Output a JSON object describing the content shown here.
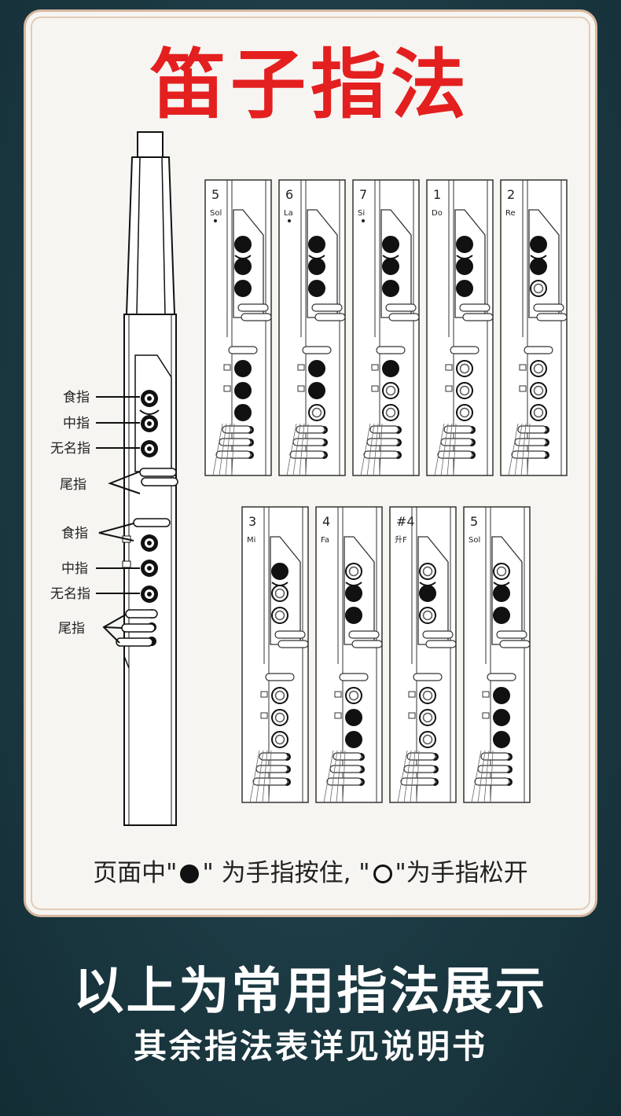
{
  "title": "笛子指法",
  "flute_labels": {
    "upper": [
      "食指",
      "中指",
      "无名指",
      "尾指"
    ],
    "lower": [
      "食指",
      "中指",
      "无名指",
      "尾指"
    ]
  },
  "caption": {
    "part1": "页面中\"",
    "part2": "\" 为手指按住, \"",
    "part3": "\"为手指松开"
  },
  "footer": {
    "line1": "以上为常用指法展示",
    "line2": "其余指法表详见说明书"
  },
  "colors": {
    "title": "#e41f1f",
    "background": "#1f3d46",
    "card": "#f7f5f2"
  },
  "chart_data": {
    "type": "table",
    "note": "fingering chart: 1 = hole closed (filled), 0 = hole open (ring); holes listed top to bottom",
    "rows": [
      [
        {
          "number": "5",
          "syllable": "Sol",
          "dot": "below",
          "holes": [
            1,
            1,
            1,
            1,
            1,
            1
          ]
        },
        {
          "number": "6",
          "syllable": "La",
          "dot": "below",
          "holes": [
            1,
            1,
            1,
            1,
            1,
            0
          ]
        },
        {
          "number": "7",
          "syllable": "Si",
          "dot": "below",
          "holes": [
            1,
            1,
            1,
            1,
            0,
            0
          ]
        },
        {
          "number": "1",
          "syllable": "Do",
          "dot": "",
          "holes": [
            1,
            1,
            1,
            0,
            0,
            0
          ]
        },
        {
          "number": "2",
          "syllable": "Re",
          "dot": "",
          "holes": [
            1,
            1,
            0,
            0,
            0,
            0
          ]
        }
      ],
      [
        {
          "number": "3",
          "syllable": "Mi",
          "dot": "",
          "holes": [
            1,
            0,
            0,
            0,
            0,
            0
          ]
        },
        {
          "number": "4",
          "syllable": "Fa",
          "dot": "",
          "holes": [
            0,
            1,
            1,
            0,
            1,
            1
          ]
        },
        {
          "number": "#4",
          "syllable": "升F",
          "dot": "",
          "holes": [
            0,
            1,
            0,
            0,
            0,
            0
          ]
        },
        {
          "number": "5",
          "syllable": "Sol",
          "dot": "",
          "holes": [
            0,
            1,
            1,
            1,
            1,
            1
          ]
        }
      ]
    ]
  }
}
